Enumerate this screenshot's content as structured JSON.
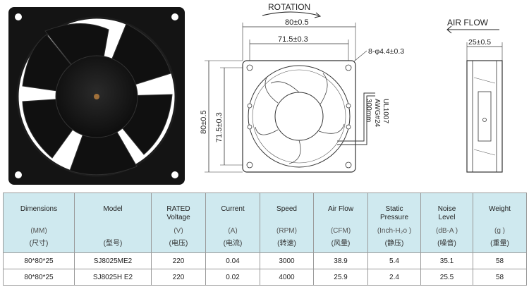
{
  "drawing": {
    "rotation_label": "ROTATION",
    "airflow_label": "AIR FLOW",
    "dim_width_outer": "80±0.5",
    "dim_width_inner": "71.5±0.3",
    "dim_height_outer": "80±0.5",
    "dim_height_inner": "71.5±0.3",
    "dim_holes": "8-φ4.4±0.3",
    "dim_depth": "25±0.5",
    "wire_line1": "UL1007",
    "wire_line2": "AWG#24",
    "wire_line3": "300mm"
  },
  "table": {
    "headers": [
      {
        "title": "Dimensions",
        "title2": "",
        "unit": "(MM)",
        "cn": "(尺寸)"
      },
      {
        "title": "Model",
        "title2": "",
        "unit": "",
        "cn": "(型号)"
      },
      {
        "title": "RATED",
        "title2": "Voltage",
        "unit": "(V)",
        "cn": "(电压)"
      },
      {
        "title": "Current",
        "title2": "",
        "unit": "(A)",
        "cn": "(电流)"
      },
      {
        "title": "Speed",
        "title2": "",
        "unit": "(RPM)",
        "cn": "(转速)"
      },
      {
        "title": "Air Flow",
        "title2": "",
        "unit": "(CFM)",
        "cn": "(风量)"
      },
      {
        "title": "Static",
        "title2": "Pressure",
        "unit": "(Inch-H₂o )",
        "cn": "(静压)"
      },
      {
        "title": "Noise",
        "title2": "Level",
        "unit": "(dB-A )",
        "cn": "(噪音)"
      },
      {
        "title": "Weight",
        "title2": "",
        "unit": "(g )",
        "cn": "(重量)"
      }
    ],
    "rows": [
      [
        "80*80*25",
        "SJ8025ME2",
        "220",
        "0.04",
        "3000",
        "38.9",
        "5.4",
        "35.1",
        "58"
      ],
      [
        "80*80*25",
        "SJ8025H E2",
        "220",
        "0.02",
        "4000",
        "25.9",
        "2.4",
        "25.5",
        "58"
      ]
    ]
  }
}
